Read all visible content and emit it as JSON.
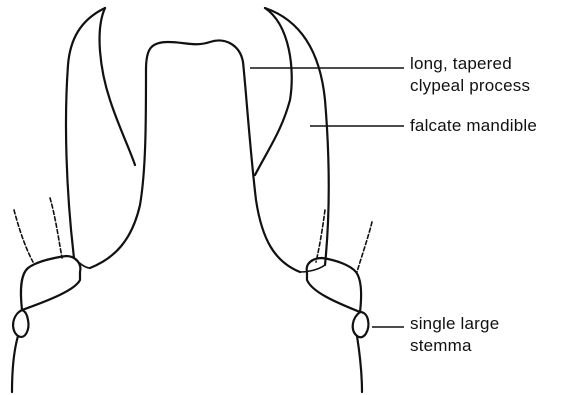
{
  "labels": {
    "clypeal_process": {
      "line1": "long, tapered",
      "line2": "clypeal process"
    },
    "mandible": "falcate mandible",
    "stemma": {
      "line1": "single large",
      "line2": "stemma"
    }
  }
}
